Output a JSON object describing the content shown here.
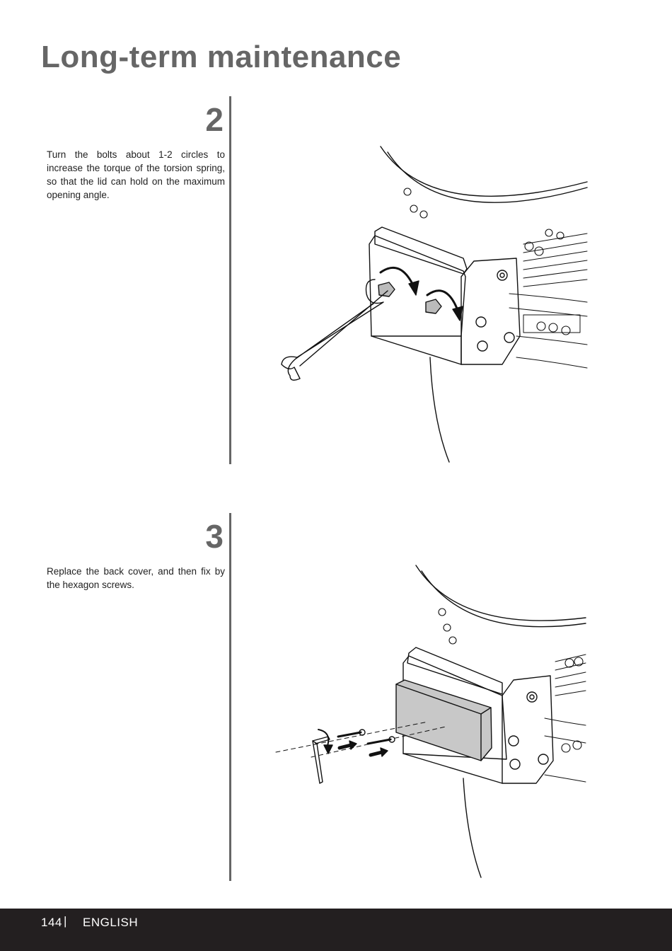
{
  "page": {
    "title": "Long-term maintenance"
  },
  "steps": [
    {
      "number": "2",
      "text": "Turn the bolts about 1-2 circles to increase the torque of the torsion spring, so that the lid can hold on the maximum opening angle."
    },
    {
      "number": "3",
      "text": "Replace the back cover, and then fix by the hexagon screws."
    }
  ],
  "footer": {
    "page_number": "144",
    "separator": "|",
    "language": "ENGLISH"
  },
  "colors": {
    "heading": "#666666",
    "footer_bg": "#231f20",
    "cover": "#c8c8c8"
  }
}
